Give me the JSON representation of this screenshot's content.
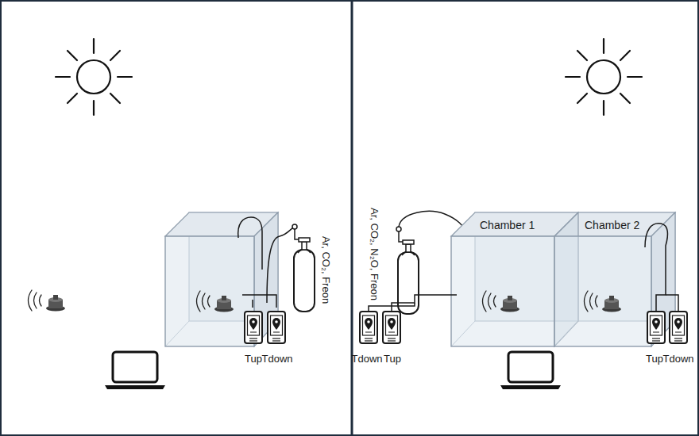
{
  "diagram": {
    "nodes": [
      {
        "text": [
          "Chamber 1"
        ]
      },
      {
        "text": [
          "Chamber 2"
        ]
      }
    ],
    "labels": [
      "Ar, CO₂, Freon",
      "Tup",
      "Tdown",
      "Ar, CO₂, N₂O, Freon",
      "Tdown",
      "Tup",
      "Tup",
      "Tdown"
    ]
  }
}
